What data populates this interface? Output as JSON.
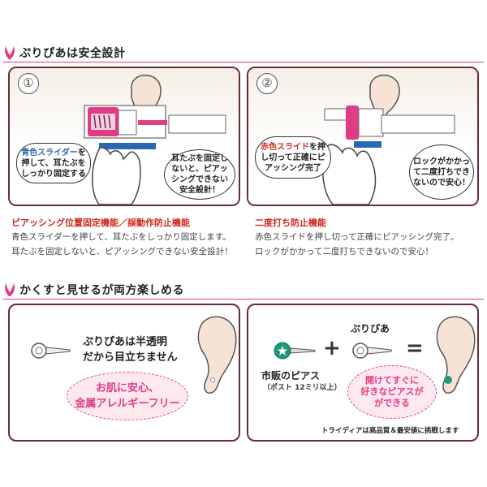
{
  "section1": {
    "title": "ぷりぴあは安全設計",
    "step1": {
      "number": "①",
      "blue_label_highlight": "青色スライダー",
      "blue_label_rest": "を押して、耳たぶをしっかり固定する",
      "warning_bubble": "耳たぶを固定しないと、ピアッシングできない安全設計！"
    },
    "step2": {
      "number": "②",
      "red_label_highlight": "赤色スライド",
      "red_label_rest": "を押し切って正確にピアッシング完了",
      "lock_bubble": "ロックがかかって二度打ちできないので安心！"
    },
    "caption1": {
      "title": "ピアッシング位置固定機能／誤動作防止機能",
      "line1": "青色スライダーを押して、耳たぶをしっかり固定します。",
      "line2": "耳たぶを固定しないと、ピアッシングできない安全設計！"
    },
    "caption2": {
      "title": "二度打ち防止機能",
      "line1": "赤色スライドを押し切って正確にピアッシング完了。",
      "line2": "ロックがかかって二度打ちできないので安心！"
    }
  },
  "section2": {
    "title": "かくすと見せるが両方楽しめる",
    "left": {
      "line1": "ぷりぴあは半透明",
      "line2": "だから目立ちません",
      "bubble_line1": "お肌に安心、",
      "bubble_line2": "金属アレルギーフリー"
    },
    "right": {
      "product_label": "ぷりぴあ",
      "plus": "+",
      "equals": "=",
      "market_label": "市販のピアス",
      "market_sub": "（ポスト 12ミリ以上）",
      "bubble_line1": "開けてすぐに",
      "bubble_line2": "好きなピアスが",
      "bubble_line3": "ができる",
      "footnote": "トライディアは高品質＆最安値に挑戦します"
    }
  },
  "colors": {
    "accent": "#e03c86",
    "frame": "#6b2a3a",
    "blue": "#2b68b3",
    "red": "#d0281e"
  }
}
